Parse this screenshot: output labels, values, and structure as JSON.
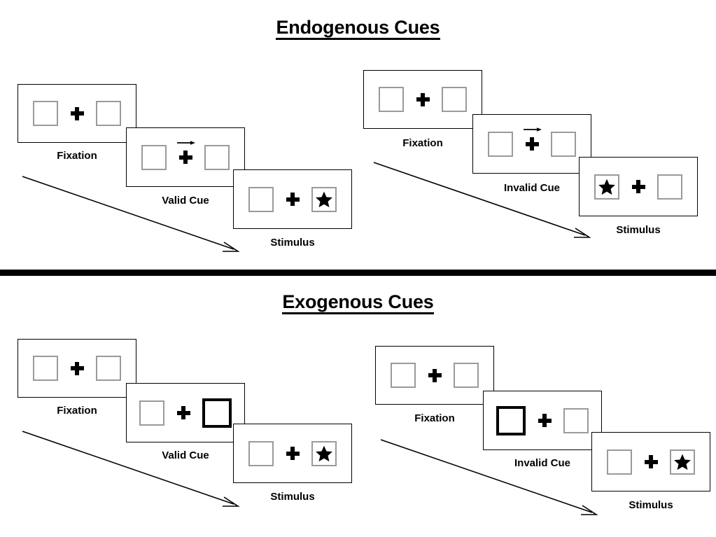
{
  "sections": [
    {
      "id": "endogenous",
      "title": "Endogenous Cues",
      "groups": [
        {
          "id": "endogenous-valid",
          "panels": [
            {
              "caption": "Fixation",
              "cue": "none",
              "arrow": false,
              "star": "none"
            },
            {
              "caption": "Valid Cue",
              "cue": "none",
              "arrow": true,
              "star": "none"
            },
            {
              "caption": "Stimulus",
              "cue": "none",
              "arrow": false,
              "star": "right"
            }
          ]
        },
        {
          "id": "endogenous-invalid",
          "panels": [
            {
              "caption": "Fixation",
              "cue": "none",
              "arrow": false,
              "star": "none"
            },
            {
              "caption": "Invalid Cue",
              "cue": "none",
              "arrow": true,
              "star": "none"
            },
            {
              "caption": "Stimulus",
              "cue": "none",
              "arrow": false,
              "star": "left"
            }
          ]
        }
      ]
    },
    {
      "id": "exogenous",
      "title": "Exogenous Cues",
      "groups": [
        {
          "id": "exogenous-valid",
          "panels": [
            {
              "caption": "Fixation",
              "cue": "none",
              "arrow": false,
              "star": "none"
            },
            {
              "caption": "Valid Cue",
              "cue": "right",
              "arrow": false,
              "star": "none"
            },
            {
              "caption": "Stimulus",
              "cue": "none",
              "arrow": false,
              "star": "right"
            }
          ]
        },
        {
          "id": "exogenous-invalid",
          "panels": [
            {
              "caption": "Fixation",
              "cue": "none",
              "arrow": false,
              "star": "none"
            },
            {
              "caption": "Invalid Cue",
              "cue": "left",
              "arrow": false,
              "star": "none"
            },
            {
              "caption": "Stimulus",
              "cue": "none",
              "arrow": false,
              "star": "right"
            }
          ]
        }
      ]
    }
  ],
  "icons": {
    "fixation_cross": "fixation-cross-icon",
    "direction_arrow": "right-arrow-cue-icon",
    "target_star": "star-target-icon",
    "time_arrow": "time-progression-arrow-icon"
  },
  "colors": {
    "ink": "#000000",
    "box_outline": "#9a9a9a",
    "cued_box_outline": "#000000",
    "panel_outline": "#000000",
    "background": "#ffffff"
  },
  "captions": {
    "fixation": "Fixation",
    "valid_cue": "Valid Cue",
    "invalid_cue": "Invalid Cue",
    "stimulus": "Stimulus"
  }
}
